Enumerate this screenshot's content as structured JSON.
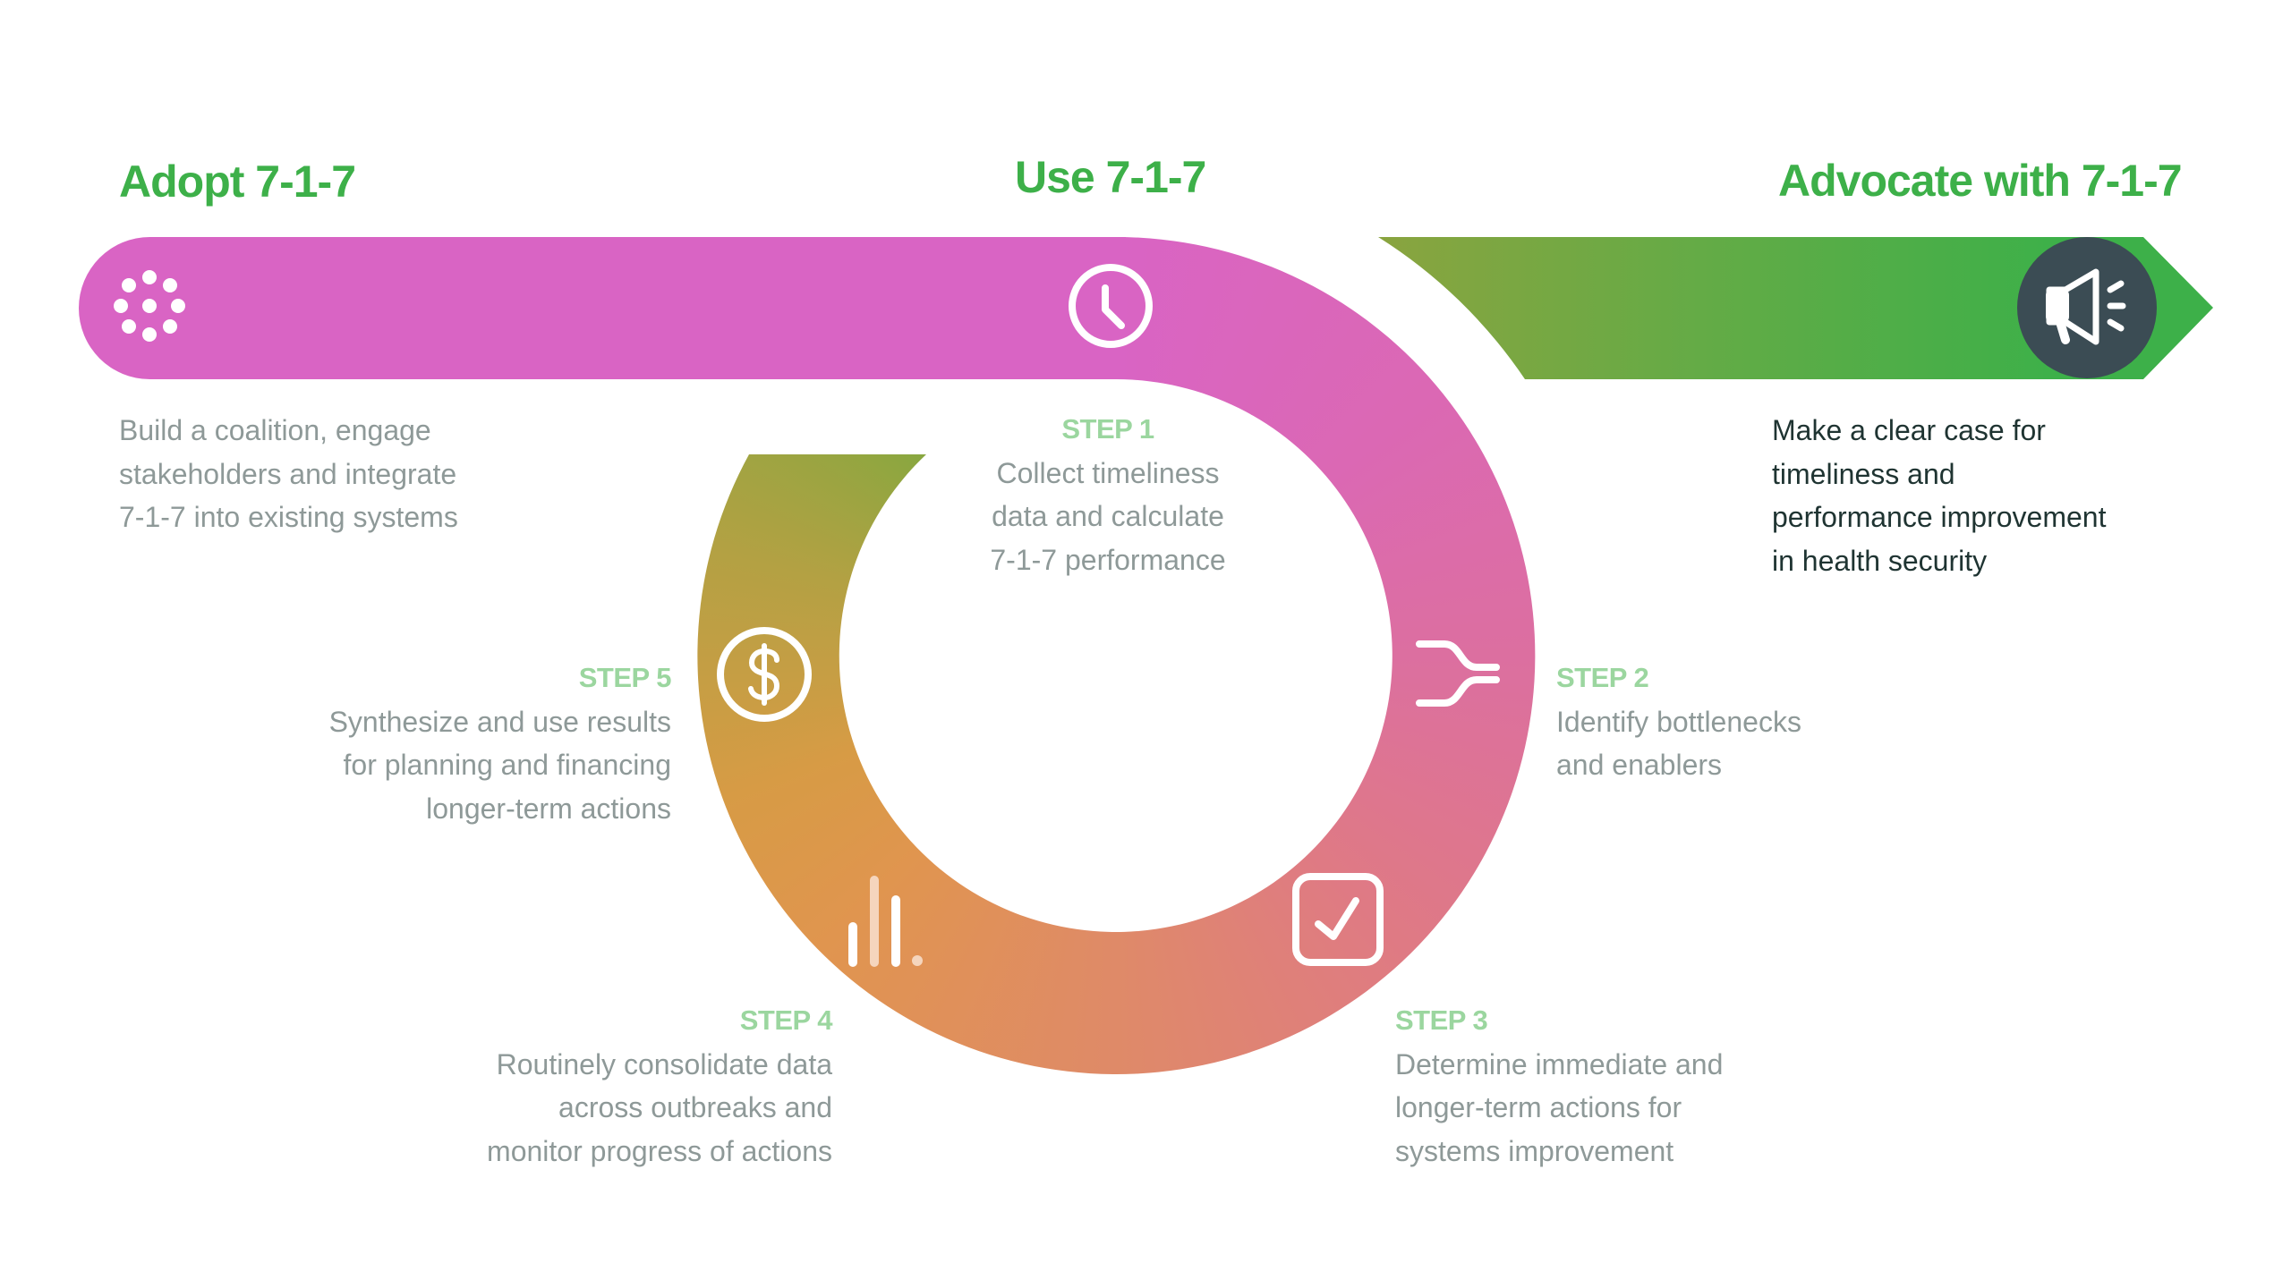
{
  "phases": {
    "adopt": {
      "title": "Adopt 7-1-7",
      "icon": "dots-circle-icon",
      "description": [
        "Build a coalition, engage",
        "stakeholders and integrate",
        "7-1-7 into existing systems"
      ]
    },
    "use": {
      "title": "Use 7-1-7",
      "icon": "clock-icon"
    },
    "advocate": {
      "title": "Advocate with 7-1-7",
      "icon": "megaphone-icon",
      "description": [
        "Make a clear case for",
        "timeliness and",
        "performance improvement",
        "in health security"
      ]
    }
  },
  "steps": [
    {
      "label": "STEP 1",
      "icon": "clock-icon",
      "description": [
        "Collect timeliness",
        "data and calculate",
        "7-1-7 performance"
      ]
    },
    {
      "label": "STEP 2",
      "icon": "bottleneck-icon",
      "description": [
        "Identify bottlenecks",
        "and enablers"
      ]
    },
    {
      "label": "STEP 3",
      "icon": "checkbox-icon",
      "description": [
        "Determine immediate and",
        "longer-term actions for",
        "systems improvement"
      ]
    },
    {
      "label": "STEP 4",
      "icon": "bar-chart-icon",
      "description": [
        "Routinely consolidate data",
        "across outbreaks and",
        "monitor progress of actions"
      ]
    },
    {
      "label": "STEP 5",
      "icon": "dollar-icon",
      "description": [
        "Synthesize and use results",
        "for planning and financing",
        "longer-term actions"
      ]
    }
  ],
  "colors": {
    "title_green": "#3db049",
    "step_label_green": "#9bd69f",
    "body_gray": "#8e9998",
    "advocate_text": "#1f3432",
    "band_magenta": "#d964c4",
    "ring_orange": "#e0954f",
    "ring_olive": "#7fa83f",
    "megaphone_bg": "#3b4c54"
  }
}
